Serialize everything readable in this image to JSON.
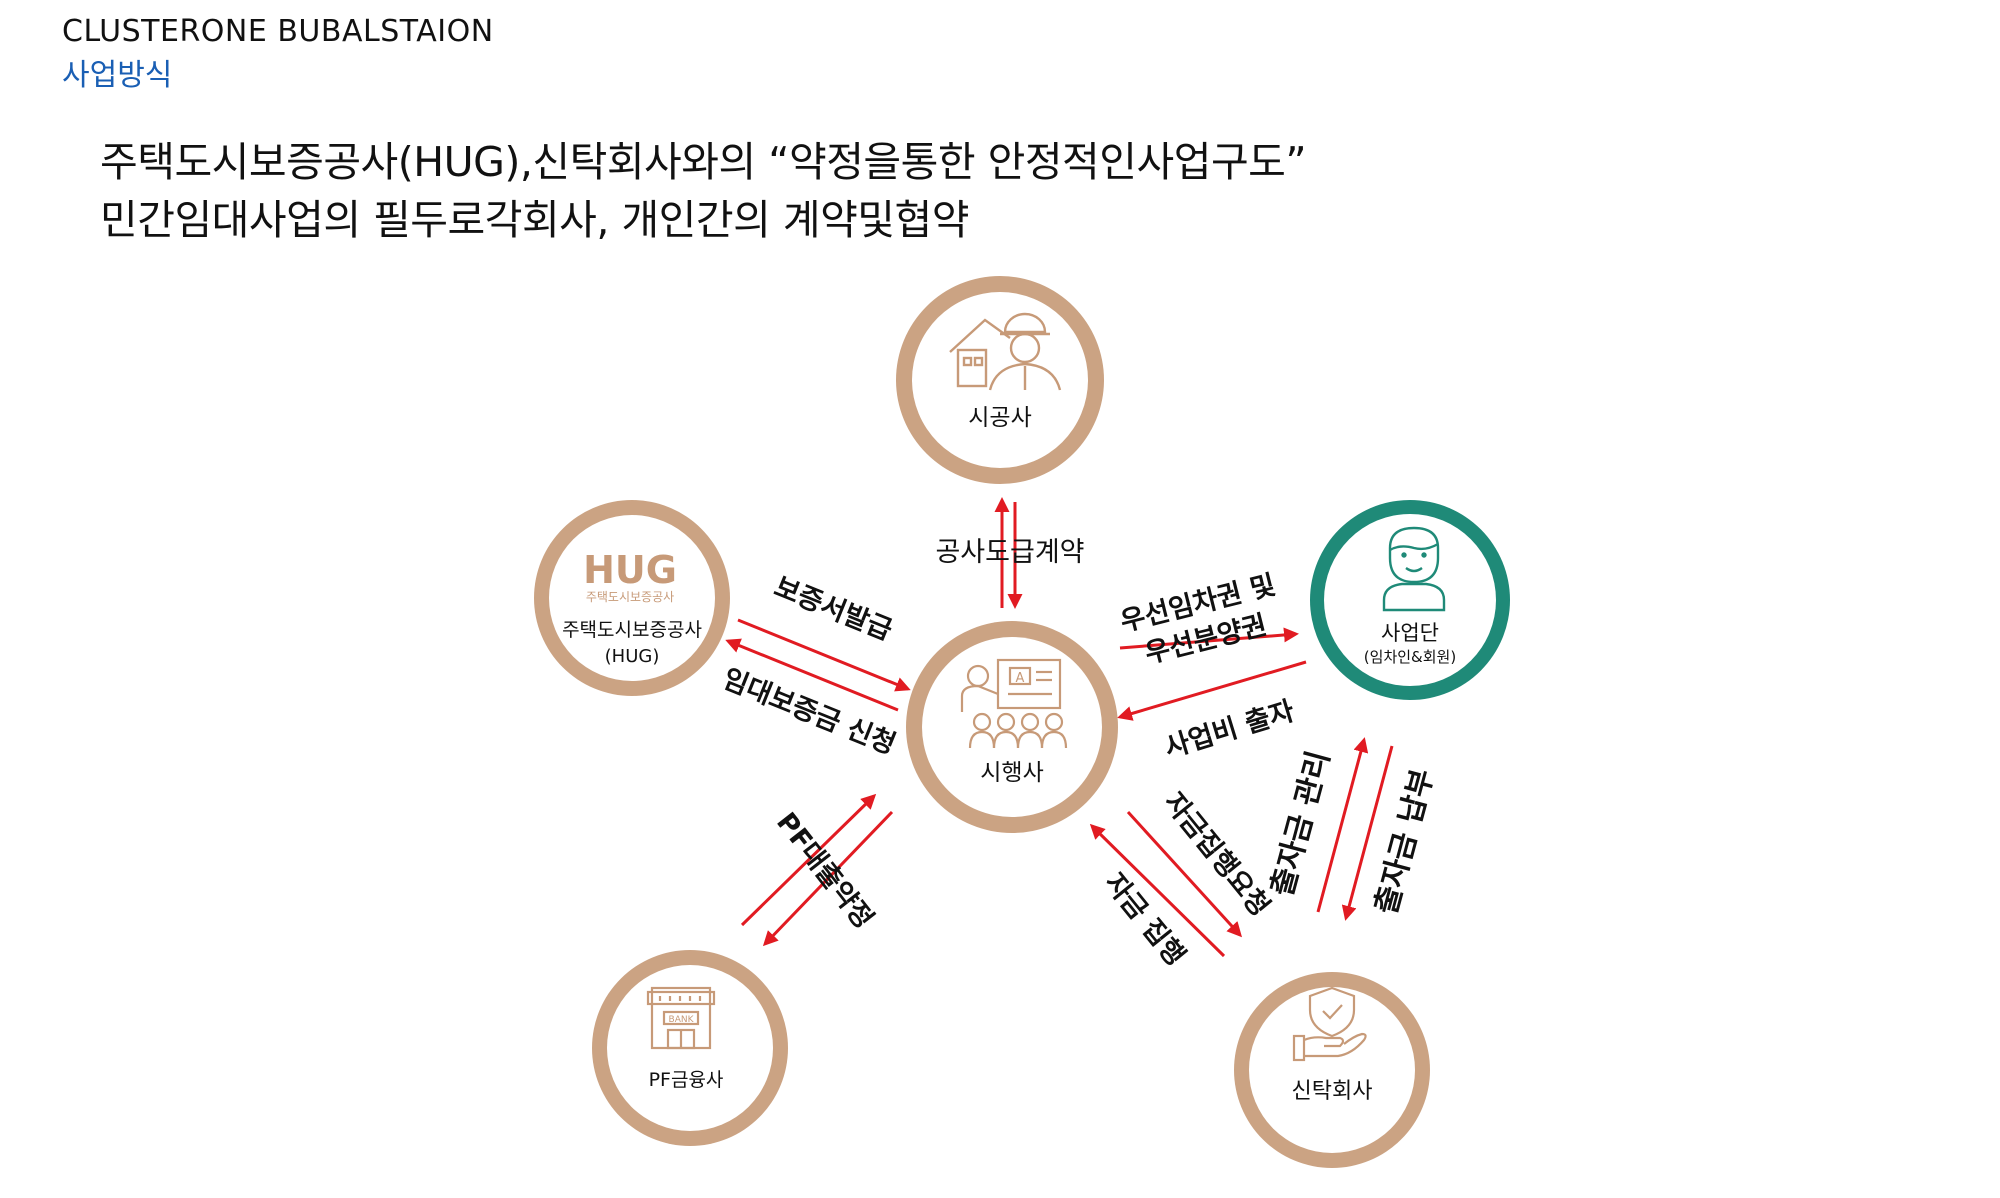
{
  "header": {
    "brand": "CLUSTERONE BUBALSTAION",
    "section": "사업방식"
  },
  "headline": {
    "line1": "주택도시보증공사(HUG),신탁회사와의 “약정을통한 안정적인사업구도”",
    "line2": "민간임대사업의 필두로각회사, 개인간의 계약및협약"
  },
  "nodes": {
    "contractor": {
      "label": "시공사"
    },
    "hug": {
      "logo": "HUG",
      "logo_sub": "주택도시보증공사",
      "label": "주택도시보증공사",
      "label2": "(HUG)"
    },
    "developer": {
      "label": "시행사"
    },
    "members": {
      "label": "사업단",
      "label2": "(임차인&회원)"
    },
    "bank": {
      "bank_sign": "BANK",
      "label": "PF금융사"
    },
    "trust": {
      "label": "신탁회사"
    }
  },
  "edges": {
    "construction_contract": "공사도급계약",
    "guarantee_issue": "보증서발급",
    "guarantee_apply": "임대보증금 신청",
    "priority_rights_1": "우선임차권 및",
    "priority_rights_2": "우선분양권",
    "investment": "사업비 출자",
    "pf_loan": "PF대출약정",
    "fund_request": "자금집행요청",
    "fund_execute": "자금 집행",
    "fund_manage": "출자금 관리",
    "fund_pay": "출자금 납부"
  },
  "colors": {
    "ring_tan": "#cba383",
    "ring_teal": "#1f8a78",
    "arrow_red": "#e11b22",
    "icon_tan": "#c79a78"
  }
}
